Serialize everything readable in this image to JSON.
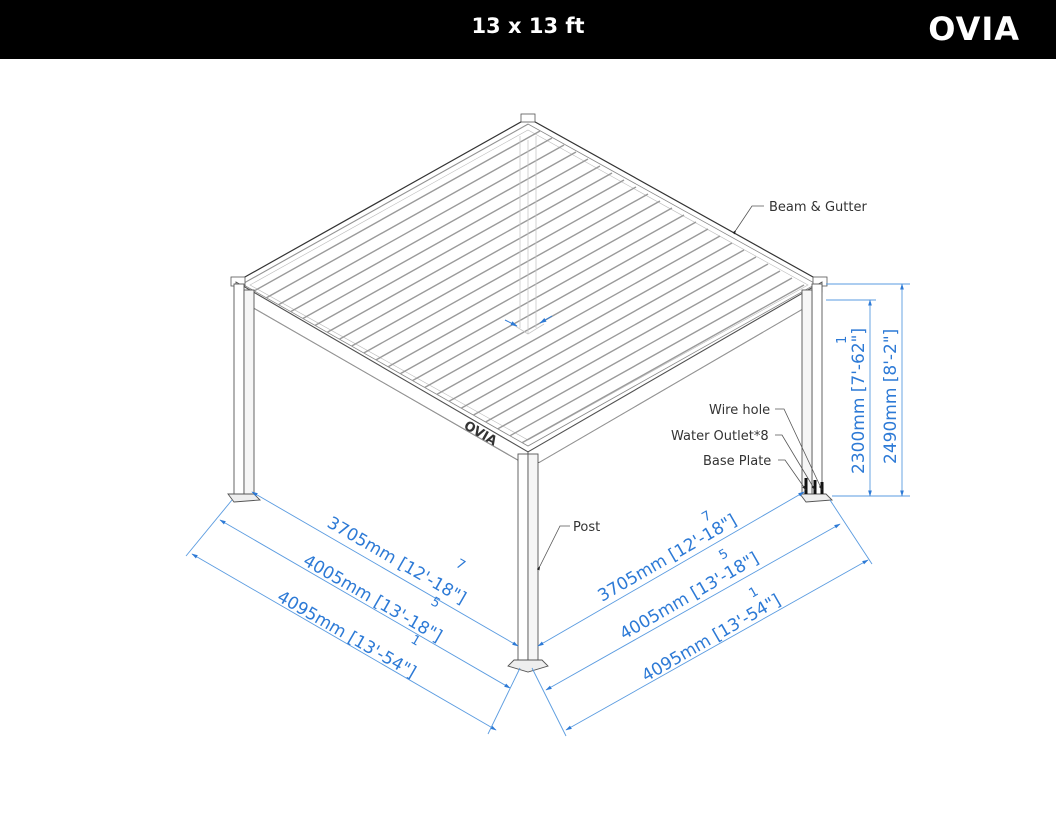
{
  "header": {
    "title": "13 x 13 ft",
    "brand": "OVIA"
  },
  "drawing": {
    "beam_brand": "OVIA",
    "callouts": {
      "beam_gutter": "Beam & Gutter",
      "wire_hole": "Wire hole",
      "water_outlet": "Water Outlet*8",
      "base_plate": "Base Plate",
      "post": "Post"
    },
    "dimensions": {
      "left": [
        {
          "text": "3705mm [12'-18\"]",
          "fraction_num": "7"
        },
        {
          "text": "4005mm [13'-18\"]",
          "fraction_num": "5"
        },
        {
          "text": "4095mm [13'-54\"]",
          "fraction_num": "1"
        }
      ],
      "right": [
        {
          "text": "3705mm [12'-18\"]",
          "fraction_num": "7"
        },
        {
          "text": "4005mm [13'-18\"]",
          "fraction_num": "5"
        },
        {
          "text": "4095mm [13'-54\"]",
          "fraction_num": "1"
        }
      ],
      "height_inner": {
        "text": "2300mm [7'-62\"]",
        "fraction_num": "1"
      },
      "height_outer": {
        "text": "2490mm [8'-2\"]"
      }
    },
    "colors": {
      "dimension_blue": "#2d7ad6",
      "line_gray": "#555555",
      "header_bg": "#000000"
    }
  }
}
